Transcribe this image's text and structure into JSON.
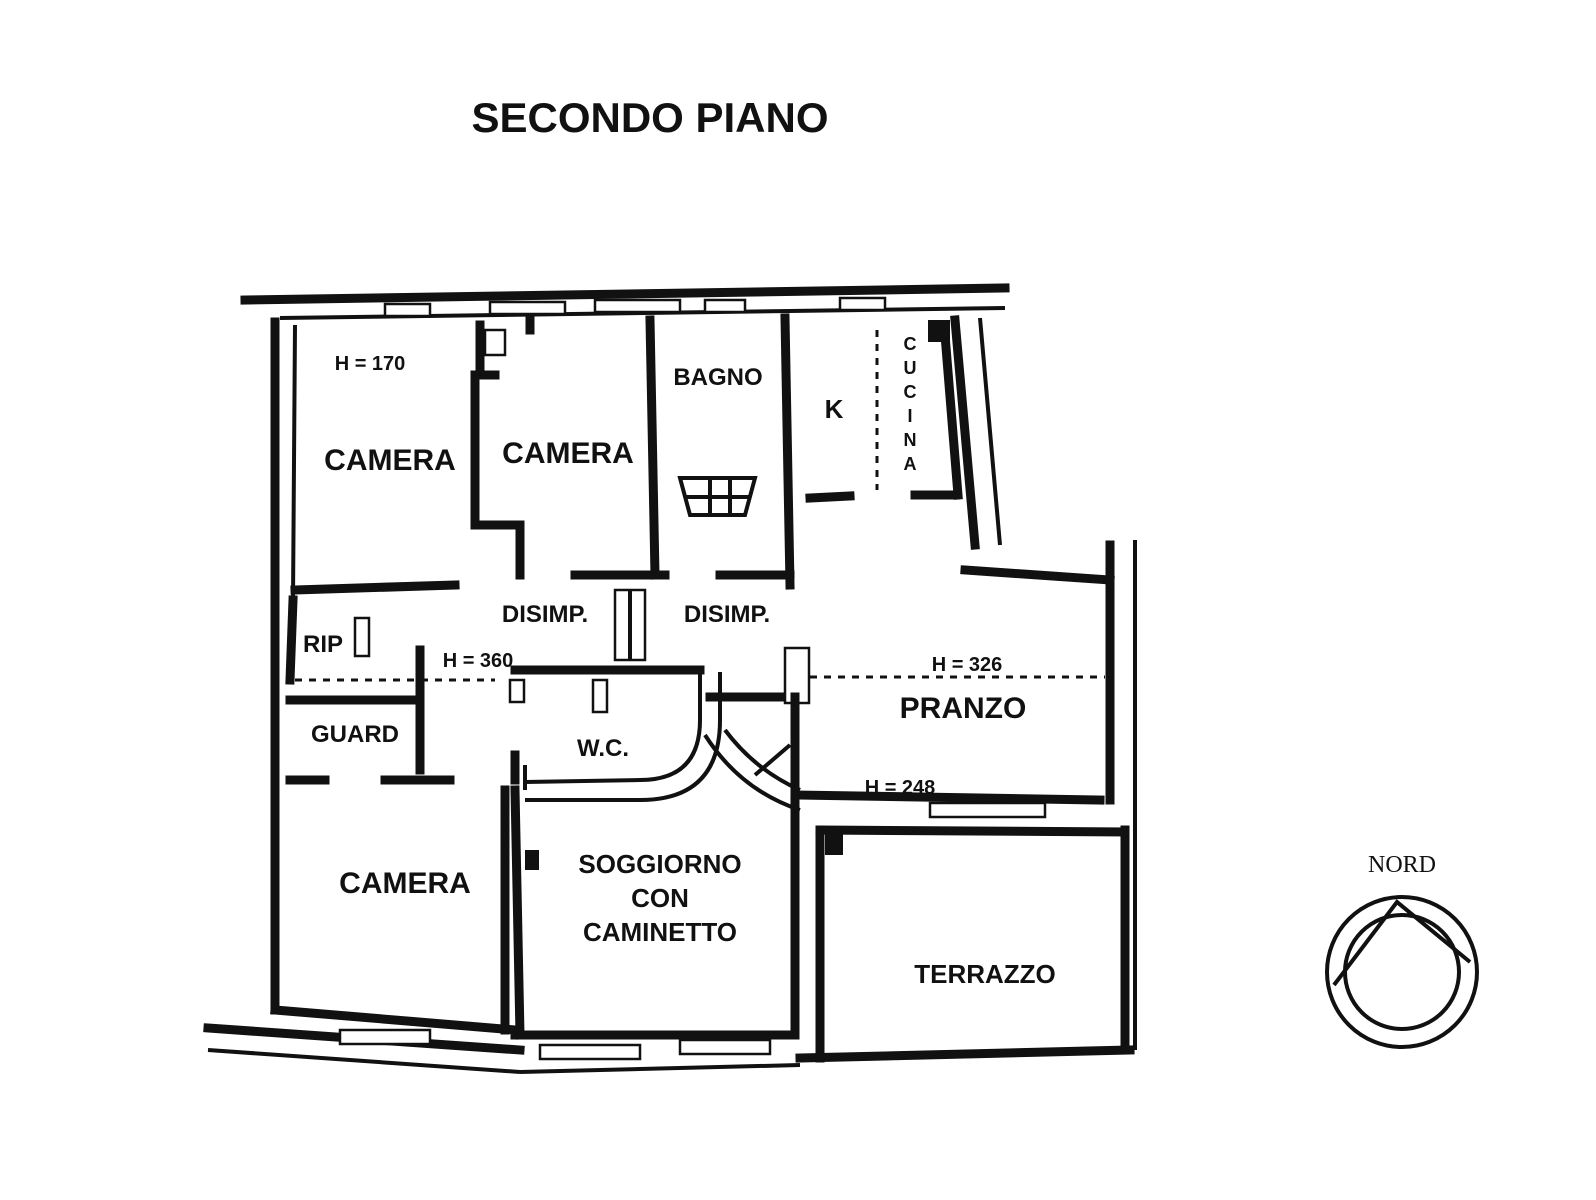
{
  "title": "SECONDO PIANO",
  "rooms": {
    "camera_nw": "CAMERA",
    "camera_n": "CAMERA",
    "bagno": "BAGNO",
    "k": "K",
    "cucina": [
      "C",
      "U",
      "C",
      "I",
      "N",
      "A"
    ],
    "disimp_1": "DISIMP.",
    "disimp_2": "DISIMP.",
    "rip": "RIP",
    "guard": "GUARD",
    "wc": "W.C.",
    "pranzo": "PRANZO",
    "camera_sw": "CAMERA",
    "soggiorno": [
      "SOGGIORNO",
      "CON",
      "CAMINETTO"
    ],
    "terrazzo": "TERRAZZO"
  },
  "heights": {
    "h1": "H = 170",
    "h2": "H = 360",
    "h3": "H = 326",
    "h4": "H = 248"
  },
  "compass": {
    "label": "NORD"
  }
}
